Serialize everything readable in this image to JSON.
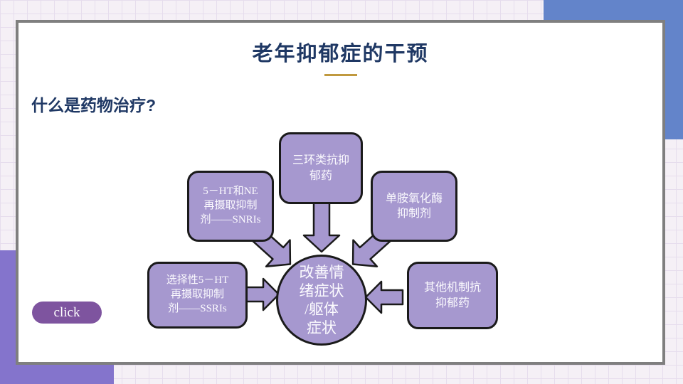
{
  "slide": {
    "title": "老年抑郁症的干预",
    "subtitle": "什么是药物治疗?",
    "click_button_label": "click"
  },
  "diagram": {
    "center": {
      "label": "改善情绪症状/躯体症状",
      "lines": [
        "改善情",
        "绪症状",
        "/躯体",
        "症状"
      ]
    },
    "boxes": [
      {
        "id": "tricyclic",
        "label": "三环类抗抑郁药",
        "lines": [
          "三环类抗抑",
          "郁药"
        ]
      },
      {
        "id": "snris",
        "label": "5－HT和NE再摄取抑制剂——SNRIs",
        "lines": [
          "5－HT和NE",
          "再摄取抑制",
          "剂——SNRIs"
        ]
      },
      {
        "id": "maoi",
        "label": "单胺氧化酶抑制剂",
        "lines": [
          "单胺氧化酶",
          "抑制剂"
        ]
      },
      {
        "id": "ssris",
        "label": "选择性5－HT再摄取抑制剂——SSRIs",
        "lines": [
          "选择性5－HT",
          "再摄取抑制",
          "剂——SSRIs"
        ]
      },
      {
        "id": "other-mechanism",
        "label": "其他机制抗抑郁药",
        "lines": [
          "其他机制抗",
          "抑郁药"
        ]
      }
    ]
  },
  "colors": {
    "title_navy": "#1f3864",
    "gold_accent": "#c0993f",
    "shape_purple": "#a698cf",
    "shape_border": "#1a1a1a",
    "click_purple": "#7e549f",
    "corner_blue": "#6384ca",
    "corner_purple": "#8474cc",
    "card_border_gray": "#7f7f7f"
  }
}
